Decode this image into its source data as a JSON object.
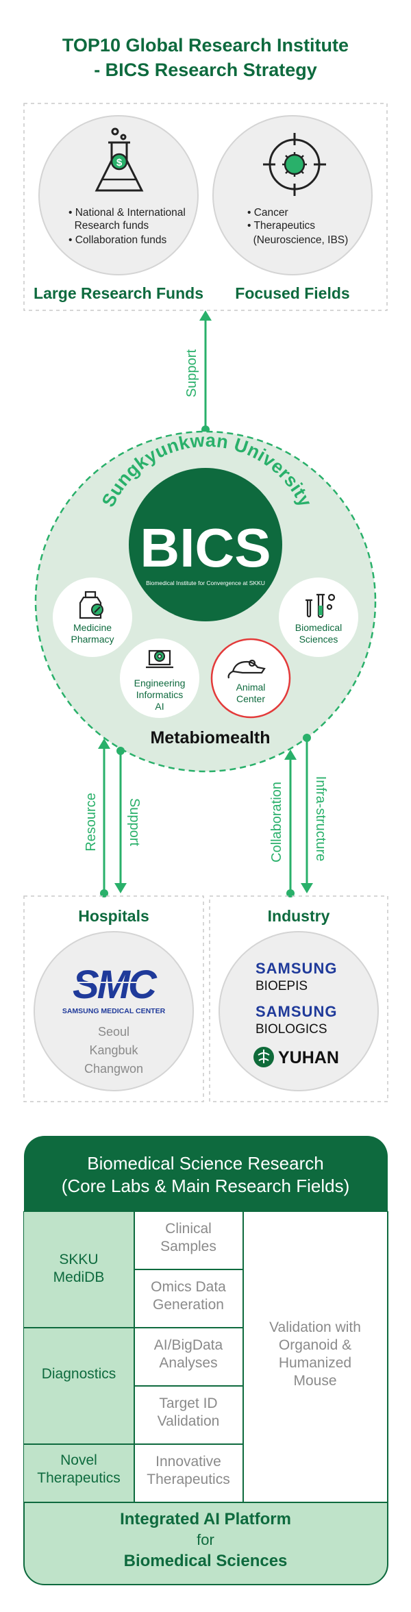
{
  "colors": {
    "dark_green": "#0e6a3e",
    "accent_green": "#29b06a",
    "pale_green": "#dcebdf",
    "table_green": "#bfe3c9",
    "grey_text": "#8a8a8a",
    "red_accent": "#e33a3a"
  },
  "title": {
    "line1": "TOP10 Global Research Institute",
    "line2": "- BICS Research Strategy"
  },
  "top_section": {
    "funds": {
      "icon": "flask-dollar-icon",
      "bullets": [
        "• National & International",
        "  Research funds",
        "• Collaboration funds"
      ],
      "caption": "Large Research Funds"
    },
    "focus": {
      "icon": "virus-target-icon",
      "bullets": [
        "• Cancer",
        "• Therapeutics",
        "  (Neuroscience, IBS)"
      ],
      "caption": "Focused Fields"
    }
  },
  "arrows": {
    "support_top": "Support",
    "resource": "Resource",
    "support_hosp": "Support",
    "collaboration": "Collaboration",
    "infrastructure": "Infra-structure"
  },
  "university": {
    "arc_text": "Sungkyunkwan University",
    "bics_title": "BICS",
    "bics_subtitle": "Biomedical Institute for Convergence at SKKU",
    "metabiomealth": "Metabiomealth",
    "medicine": {
      "icon": "medicine-bottle-icon",
      "line1": "Medicine",
      "line2": "Pharmacy"
    },
    "biomedical": {
      "icon": "test-tubes-icon",
      "line1": "Biomedical",
      "line2": "Sciences"
    },
    "engineering": {
      "icon": "computer-gear-icon",
      "line1": "Engineering",
      "line2": "Informatics",
      "line3": "AI"
    },
    "animal": {
      "icon": "mouse-icon",
      "line1": "Animal",
      "line2": "Center"
    }
  },
  "hospitals": {
    "title": "Hospitals",
    "logo": "SMC",
    "logo_sub": "SAMSUNG MEDICAL CENTER",
    "sites": [
      "Seoul",
      "Kangbuk",
      "Changwon"
    ]
  },
  "industry": {
    "title": "Industry",
    "partners": [
      {
        "top": "SAMSUNG",
        "bottom": "BIOEPIS"
      },
      {
        "top": "SAMSUNG",
        "bottom": "BIOLOGICS"
      }
    ],
    "yuhan": "YUHAN"
  },
  "research": {
    "header_line1": "Biomedical Science Research",
    "header_line2": "(Core Labs & Main Research Fields)",
    "groups": [
      {
        "lines": [
          "SKKU",
          "MediDB"
        ]
      },
      {
        "lines": [
          "Diagnostics"
        ]
      },
      {
        "lines": [
          "Novel",
          "Therapeutics"
        ]
      }
    ],
    "items": [
      {
        "lines": [
          "Clinical",
          "Samples"
        ]
      },
      {
        "lines": [
          "Omics Data",
          "Generation"
        ]
      },
      {
        "lines": [
          "AI/BigData",
          "Analyses"
        ]
      },
      {
        "lines": [
          "Target ID",
          "Validation"
        ]
      },
      {
        "lines": [
          "Innovative",
          "Therapeutics"
        ]
      }
    ],
    "validation_lines": [
      "Validation with",
      "Organoid &",
      "Humanized",
      "Mouse"
    ],
    "footer_line1": "Integrated AI Platform",
    "footer_line2": "for",
    "footer_line3": "Biomedical Sciences"
  }
}
